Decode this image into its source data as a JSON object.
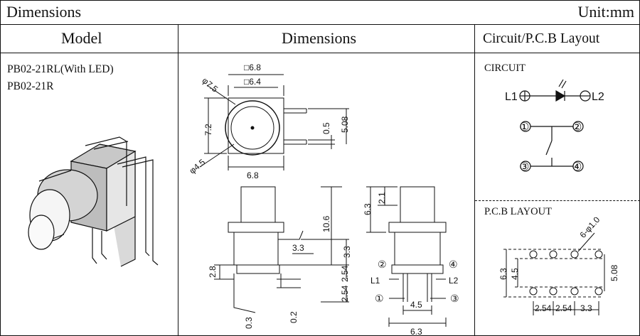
{
  "header": {
    "title": "Dimensions",
    "unit": "Unit:mm"
  },
  "columns": {
    "model": "Model",
    "dimensions": "Dimensions",
    "circuit": "Circuit/P.C.B Layout"
  },
  "models": [
    "PB02-21RL(With LED)",
    "PB02-21R"
  ],
  "circuit": {
    "label": "CIRCUIT",
    "l1": "L1",
    "l2": "L2",
    "terminals": [
      "①",
      "②",
      "③",
      "④"
    ]
  },
  "pcb": {
    "label": "P.C.B LAYOUT",
    "hole_note": "6-φ1.0",
    "dims": [
      "6.3",
      "4.5",
      "5.08",
      "2.54",
      "2.54",
      "3.3"
    ]
  },
  "top_view": {
    "dims": [
      "□6.8",
      "□6.4",
      "φ7.5",
      "7.2",
      "φ4.5",
      "6.8",
      "0.5",
      "5.08"
    ]
  },
  "side_view": {
    "dims": [
      "10.6",
      "3.3",
      "3.3",
      "2.8",
      "2.54",
      "2.54",
      "0.3",
      "0.2"
    ]
  },
  "front_view": {
    "dims": [
      "6.3",
      "2.1",
      "L1",
      "L2",
      "②",
      "④",
      "①",
      "③",
      "4.5",
      "6.3"
    ]
  }
}
